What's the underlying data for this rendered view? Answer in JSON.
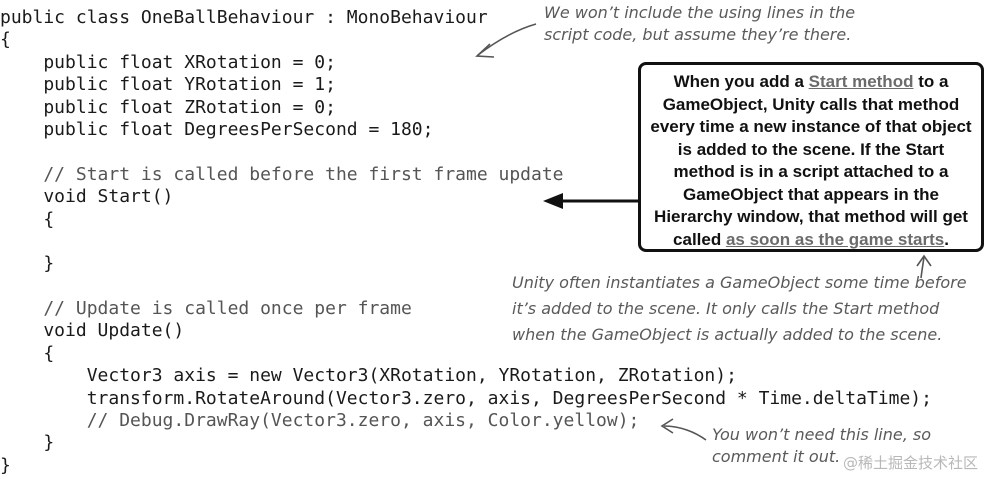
{
  "code_lines": [
    {
      "text": "public class OneBallBehaviour : MonoBehaviour",
      "comment": false
    },
    {
      "text": "{",
      "comment": false
    },
    {
      "text": "    public float XRotation = 0;",
      "comment": false
    },
    {
      "text": "    public float YRotation = 1;",
      "comment": false
    },
    {
      "text": "    public float ZRotation = 0;",
      "comment": false
    },
    {
      "text": "    public float DegreesPerSecond = 180;",
      "comment": false
    },
    {
      "text": "",
      "comment": false
    },
    {
      "text": "    // Start is called before the first frame update",
      "comment": true
    },
    {
      "text": "    void Start()",
      "comment": false
    },
    {
      "text": "    {",
      "comment": false
    },
    {
      "text": "",
      "comment": false
    },
    {
      "text": "    }",
      "comment": false
    },
    {
      "text": "",
      "comment": false
    },
    {
      "text": "    // Update is called once per frame",
      "comment": true
    },
    {
      "text": "    void Update()",
      "comment": false
    },
    {
      "text": "    {",
      "comment": false
    },
    {
      "text": "        Vector3 axis = new Vector3(XRotation, YRotation, ZRotation);",
      "comment": false
    },
    {
      "text": "        transform.RotateAround(Vector3.zero, axis, DegreesPerSecond * Time.deltaTime);",
      "comment": false
    },
    {
      "text": "        // Debug.DrawRay(Vector3.zero, axis, Color.yellow);",
      "comment": true
    },
    {
      "text": "    }",
      "comment": false
    },
    {
      "text": "}",
      "comment": false
    }
  ],
  "notes": {
    "using_lines": "We won’t include the using lines in the\nscript code, but assume they’re there.",
    "instantiate": "Unity often instantiates a GameObject some time before\nit’s added to the scene. It only calls the Start method\nwhen the GameObject is actually added to the scene.",
    "debug_line": "You won’t need this line, so\ncomment it out."
  },
  "callout": {
    "part1": "When you add a ",
    "highlight1": "Start method",
    "part2": " to a GameObject, Unity calls that method every time a new instance of that object is added to the scene. If the Start method is in a script attached to a GameObject that appears in the Hierarchy window, that method will get called ",
    "highlight2": "as soon as the game starts",
    "part3": "."
  },
  "watermark": "@稀土掘金技术社区"
}
